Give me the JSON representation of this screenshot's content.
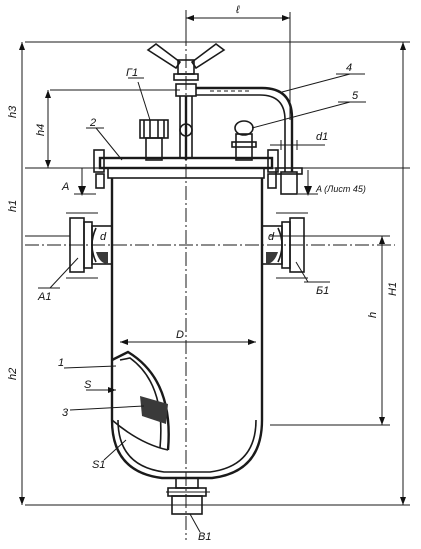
{
  "labels": {
    "l": "ℓ",
    "g1": "Г1",
    "p4": "4",
    "p5": "5",
    "p2": "2",
    "d1": "d1",
    "section_left": "A",
    "section_right": "A (Лист 45)",
    "h3": "h3",
    "h4": "h4",
    "h1": "h1",
    "h2": "h2",
    "h": "h",
    "H1": "H1",
    "D": "D",
    "a1": "A1",
    "b1": "Б1",
    "d_left": "d",
    "d_right": "d",
    "p1": "1",
    "s": "S",
    "p3": "3",
    "s1": "S1",
    "v1": "В1"
  }
}
